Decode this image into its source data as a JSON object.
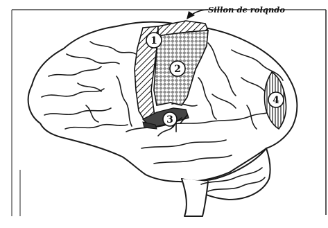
{
  "figure": {
    "annotation": "Sillon de rolqndo",
    "areas": [
      {
        "label": "1"
      },
      {
        "label": "2"
      },
      {
        "label": "3"
      },
      {
        "label": "4"
      }
    ]
  }
}
